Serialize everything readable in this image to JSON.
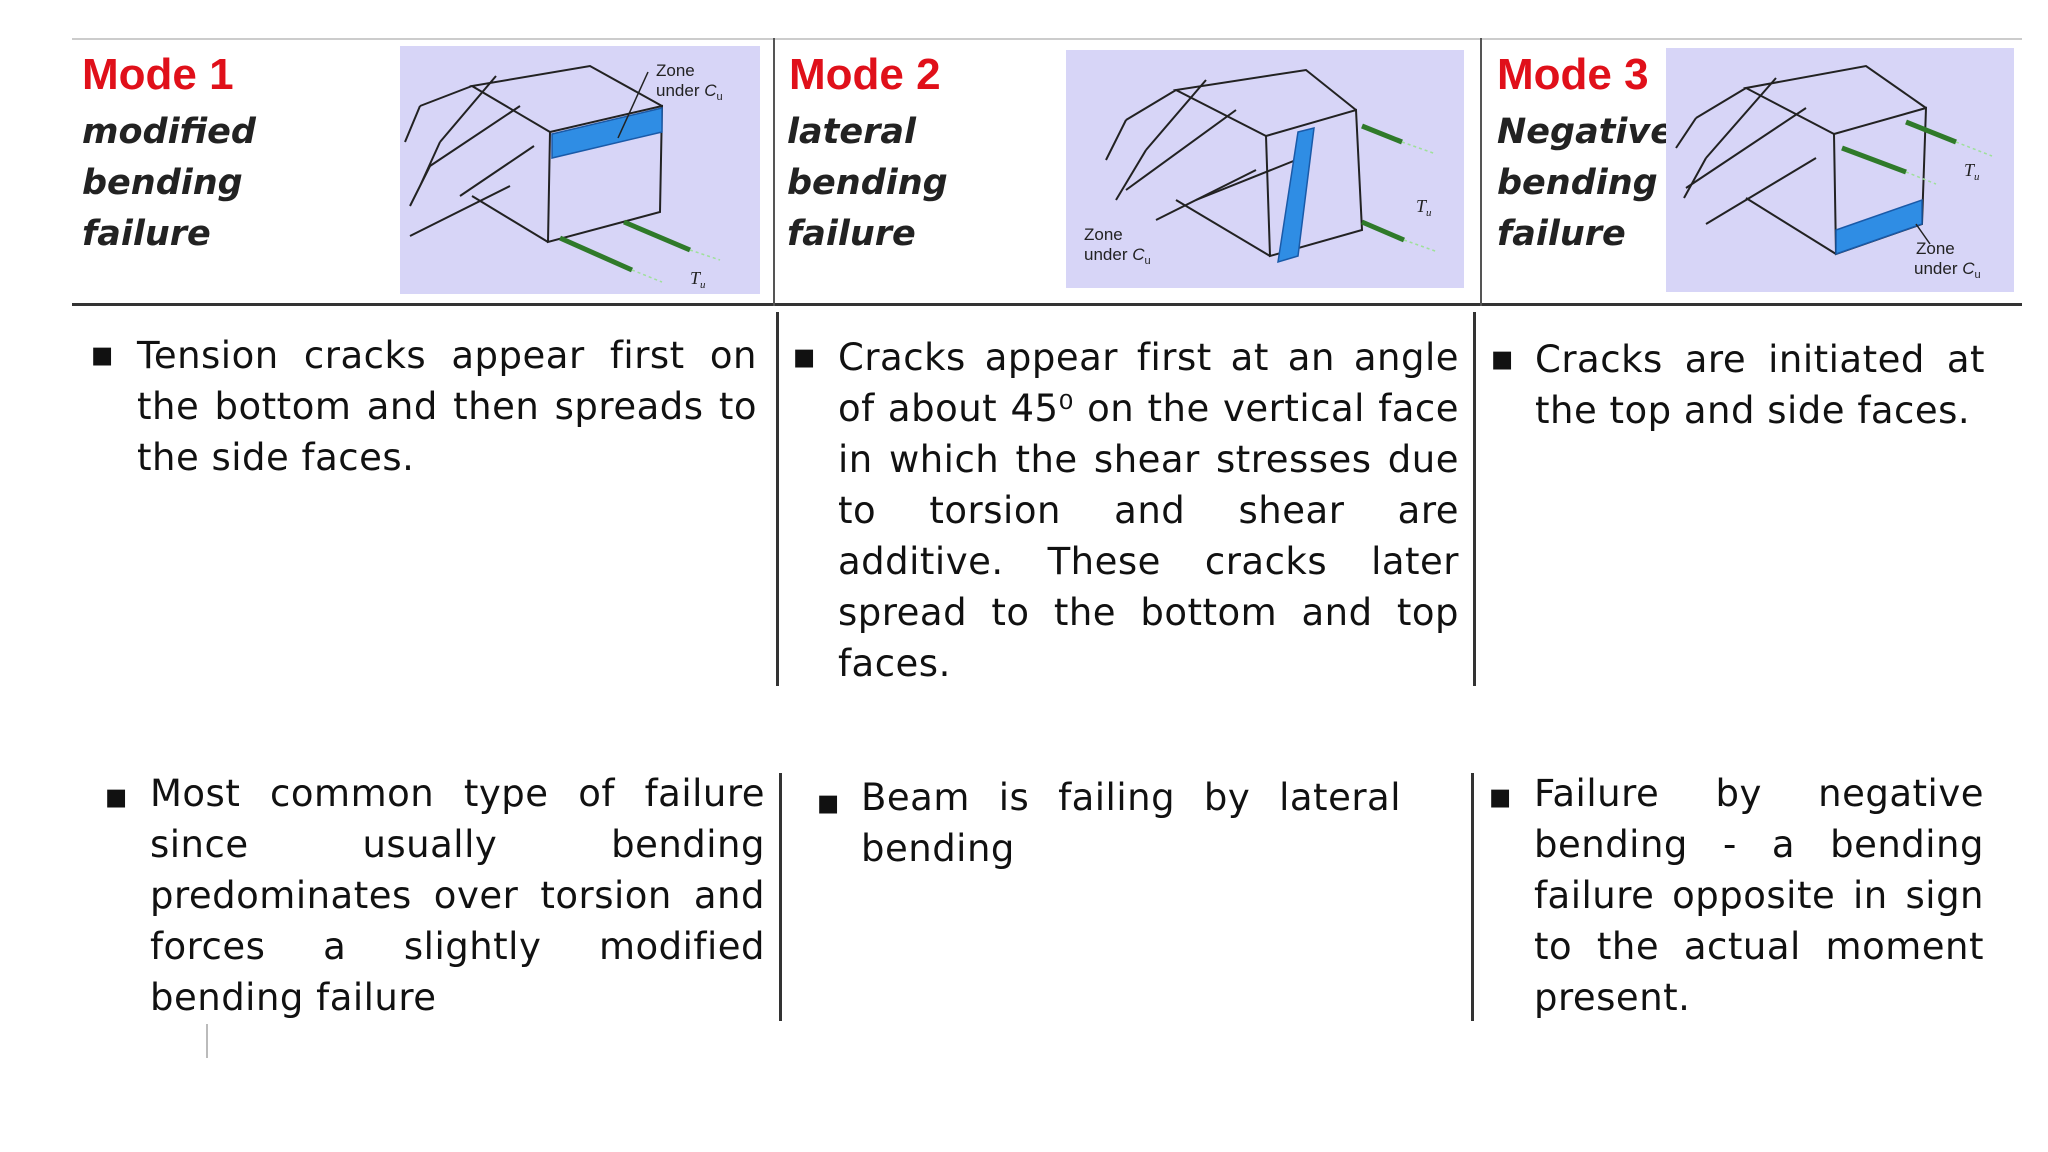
{
  "modes": [
    {
      "title": "Mode 1",
      "subtitle": [
        "modified",
        "bending",
        "failure"
      ],
      "figure": {
        "zone_label": [
          "Zone",
          "under C"
        ],
        "zone_sub": "u",
        "torque_label": "T",
        "torque_sub": "u",
        "shaded_face": "top"
      },
      "description": "Tension cracks appear first on the bottom and then spreads to the side faces.",
      "note": "Most common type of failure since usually bending predominates over torsion and forces a slightly modified bending failure"
    },
    {
      "title": "Mode 2",
      "subtitle": [
        "lateral",
        "bending",
        "failure"
      ],
      "figure": {
        "zone_label": [
          "Zone",
          "under C"
        ],
        "zone_sub": "u",
        "torque_label": "T",
        "torque_sub": "u",
        "shaded_face": "side"
      },
      "description": "Cracks appear first at an angle of about 45⁰ on the vertical face in which the shear stresses due to torsion and shear are additive. These cracks later spread to the bottom and top faces.",
      "note": "Beam is failing by lateral bending"
    },
    {
      "title": "Mode 3",
      "subtitle": [
        "Negative",
        "bending",
        "failure"
      ],
      "figure": {
        "zone_label": [
          "Zone",
          "under C"
        ],
        "zone_sub": "u",
        "torque_label": "T",
        "torque_sub": "u",
        "shaded_face": "bottom"
      },
      "description": "Cracks are initiated at the top and side faces.",
      "note": "Failure by negative bending - a bending failure opposite in sign to the actual moment present."
    }
  ],
  "bullet_glyph": "▪",
  "colors": {
    "title": "#e0101a",
    "figure_bg": "#d7d5f7",
    "zone_fill": "#2f8de4",
    "rebar": "#2f7a2a"
  }
}
